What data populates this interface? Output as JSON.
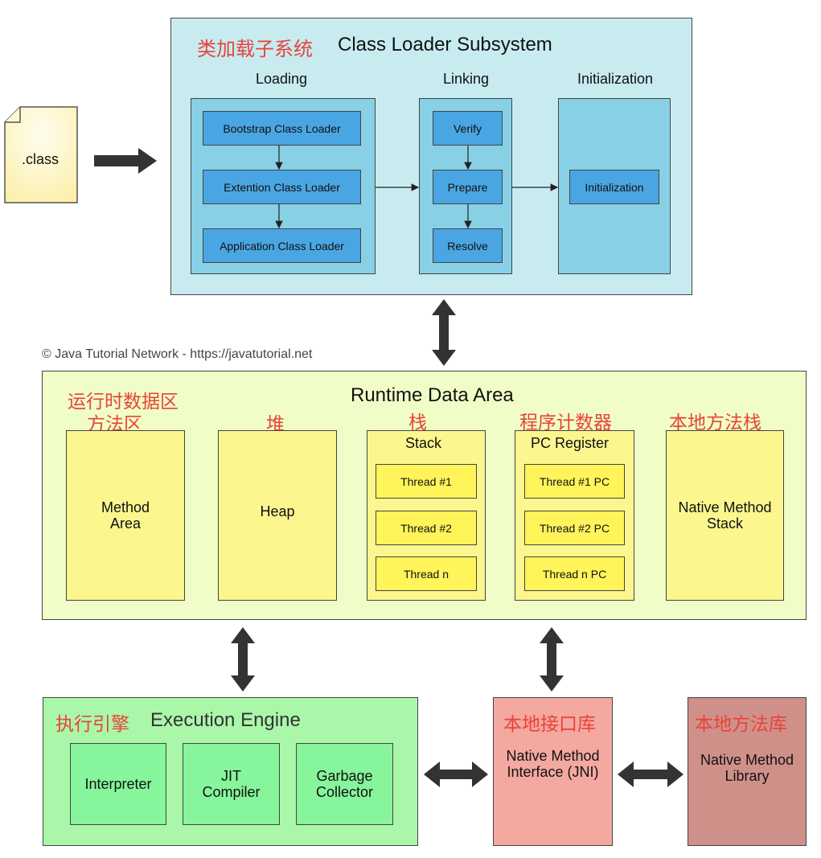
{
  "class_file": {
    "label": ".class"
  },
  "class_loader": {
    "title_cn": "类加载子系统",
    "title": "Class Loader Subsystem",
    "loading": {
      "label": "Loading",
      "items": [
        "Bootstrap Class Loader",
        "Extention Class Loader",
        "Application Class Loader"
      ]
    },
    "linking": {
      "label": "Linking",
      "items": [
        "Verify",
        "Prepare",
        "Resolve"
      ]
    },
    "initialization": {
      "label": "Initialization",
      "items": [
        "Initialization"
      ]
    }
  },
  "copyright": "© Java Tutorial Network - https://javatutorial.net",
  "runtime": {
    "title": "Runtime Data Area",
    "title_cn": "运行时数据区",
    "method_area": {
      "cn": "方法区",
      "label": "Method Area"
    },
    "heap": {
      "cn": "堆",
      "label": "Heap"
    },
    "stack": {
      "cn": "栈",
      "label": "Stack",
      "threads": [
        "Thread #1",
        "Thread #2",
        "Thread n"
      ]
    },
    "pc": {
      "cn": "程序计数器",
      "label": "PC Register",
      "threads": [
        "Thread #1 PC",
        "Thread #2 PC",
        "Thread n PC"
      ]
    },
    "native_stack": {
      "cn": "本地方法栈",
      "label": "Native Method Stack"
    }
  },
  "execution": {
    "title_cn": "执行引擎",
    "title": "Execution Engine",
    "items": [
      "Interpreter",
      "JIT Compiler",
      "Garbage Collector"
    ]
  },
  "jni": {
    "cn": "本地接口库",
    "label": "Native Method Interface (JNI)"
  },
  "library": {
    "cn": "本地方法库",
    "label": "Native Method Library"
  },
  "colors": {
    "loader_bg": "#c8ebf0",
    "stage_bg": "#88d0e6",
    "loader_item": "#4aa6e2",
    "runtime_bg": "#f1fdc6",
    "memory": "#fbf68e",
    "thread": "#fff45a",
    "engine_bg": "#aaf7aa",
    "engine_item": "#86f59c",
    "jni": "#f3a8a0",
    "library": "#d0908a",
    "cn_label": "#e8433a"
  }
}
